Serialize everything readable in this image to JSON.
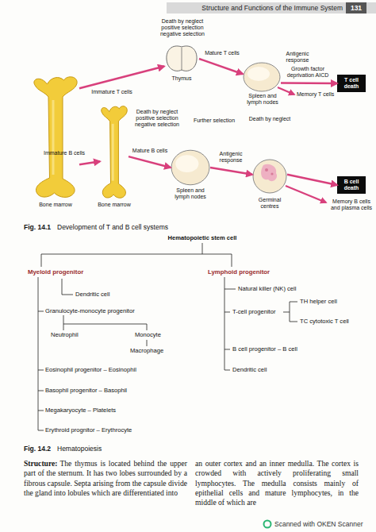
{
  "diagram": {
    "title": "Structure and Functions of the Immune System",
    "nodes": [
      {
        "text": [
          "Bone marrow"
        ]
      },
      {
        "text": [
          "Thymus"
        ]
      },
      {
        "text": [
          "Spleen and lymph nodes"
        ]
      },
      {
        "text": [
          "T cell death"
        ]
      },
      {
        "text": [
          "Bone marrow"
        ]
      },
      {
        "text": [
          "Spleen and lymph nodes"
        ]
      },
      {
        "text": [
          "Germinal centres"
        ]
      },
      {
        "text": [
          "B cell death"
        ]
      }
    ],
    "edges": [
      {
        "from": 0,
        "to": 1,
        "label": "Immature T cells",
        "arrow": "to"
      },
      {
        "from": 1,
        "to": 2,
        "label": "Mature T cells",
        "arrow": "to"
      },
      {
        "from": 2,
        "to": 3,
        "label": "Growth factor deprivation AICD",
        "arrow": "to"
      },
      {
        "from": 0,
        "to": 4,
        "label": "Immature B cells",
        "arrow": "to"
      },
      {
        "from": 4,
        "to": 5,
        "label": "Mature B cells",
        "arrow": "to"
      },
      {
        "from": 5,
        "to": 6,
        "label": "Antigenic response",
        "arrow": "to"
      },
      {
        "from": 6,
        "to": 7,
        "arrow": "to"
      }
    ],
    "labels": [
      "131",
      "Death by neglect positive selection negative selection",
      "Antigenic response",
      "Memory T cells",
      "Death by neglect positive selection negative selection",
      "Further selection",
      "Death by neglect",
      "Memory B cells and plasma cells",
      "Fig. 14.1",
      "Development of T and B cell systems",
      "Hematopoietic stem cell",
      "Myeloid progenitor",
      "Lymphoid progenitor",
      "Dendritic cell",
      "Granulocyte-monocyte progenitor",
      "Neutrophil",
      "Monocyte",
      "Macrophage",
      "Eosinophil progenitor – Eosinophil",
      "Basophil progenitor – Basophil",
      "Megakaryocyte – Platelets",
      "Erythroid prognitor – Erythrocyte",
      "Natural killer (NK) cell",
      "T-cell progenitor",
      "TH helper cell",
      "TC cytotoxic T cell",
      "B cell progenitor – B cell",
      "Dendritic cell",
      "Fig. 14.2",
      "Hematopoiesis",
      "Structure:",
      "The thymus is located behind the upper part of the sternum. It has two lobes surrounded by a fibrous capsule. Septa arising from the capsule divide the gland into lobules which are differentiated into",
      "an outer cortex and an inner medulla. The cortex is crowded with actively proliferating small lymphocytes. The medulla consists mainly of epithelial cells and mature lymphocytes, in the middle of which are",
      "Scanned with OKEN Scanner"
    ]
  }
}
